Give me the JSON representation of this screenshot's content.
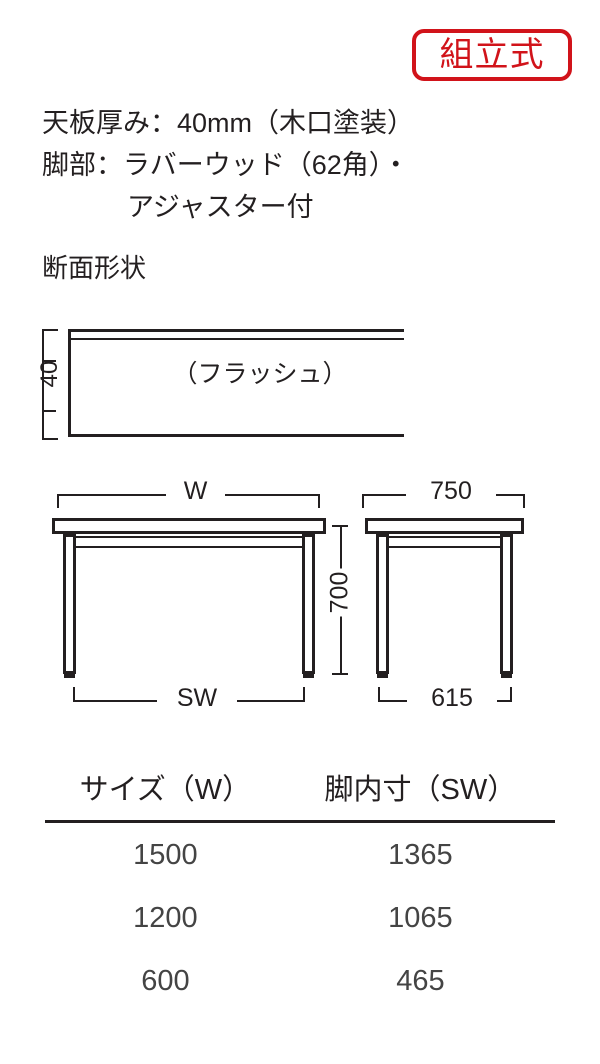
{
  "badge": {
    "label": "組立式",
    "color": "#d1131a"
  },
  "specs": {
    "lines": [
      "天板厚み：40mm（木口塗装）",
      "脚部：ラバーウッド（62角）・",
      "アジャスター付"
    ]
  },
  "cross_section": {
    "heading": "断面形状",
    "fill_label": "（フラッシュ）",
    "thickness": "40"
  },
  "elevations": {
    "front": {
      "top_dim": "W",
      "bottom_dim": "SW"
    },
    "side": {
      "top_dim": "750",
      "bottom_dim": "615",
      "height_dim": "700"
    }
  },
  "size_table": {
    "headers": [
      "サイズ（W）",
      "脚内寸（SW）"
    ],
    "rows": [
      [
        "1500",
        "1365"
      ],
      [
        "1200",
        "1065"
      ],
      [
        "600",
        "465"
      ]
    ]
  }
}
